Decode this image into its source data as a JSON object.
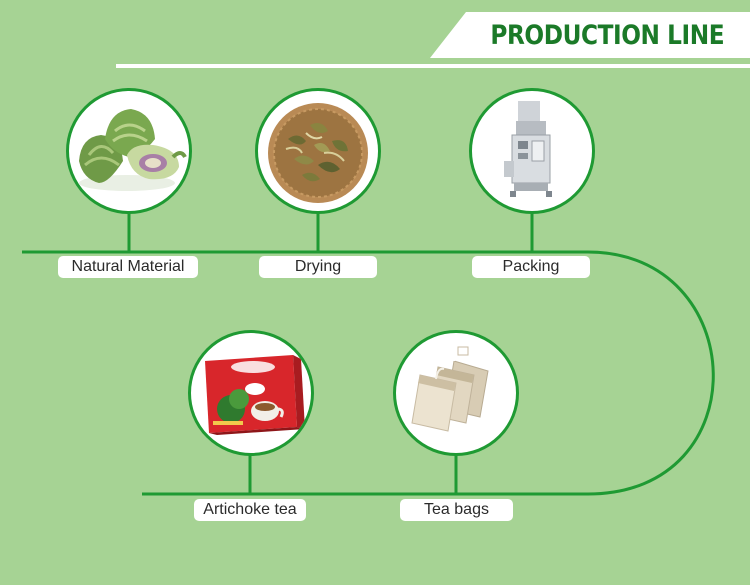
{
  "banner": {
    "title": "PRODUCTION LINE"
  },
  "colors": {
    "background": "#a6d394",
    "line": "#1f9a33",
    "title": "#1b7a28",
    "label_bg": "#ffffff"
  },
  "steps": [
    {
      "label": "Natural Material",
      "icon": "artichoke-icon"
    },
    {
      "label": "Drying",
      "icon": "dried-leaves-icon"
    },
    {
      "label": "Packing",
      "icon": "packing-machine-icon"
    },
    {
      "label": "Tea bags",
      "icon": "tea-bags-icon"
    },
    {
      "label": "Artichoke tea",
      "icon": "tea-box-icon"
    }
  ]
}
